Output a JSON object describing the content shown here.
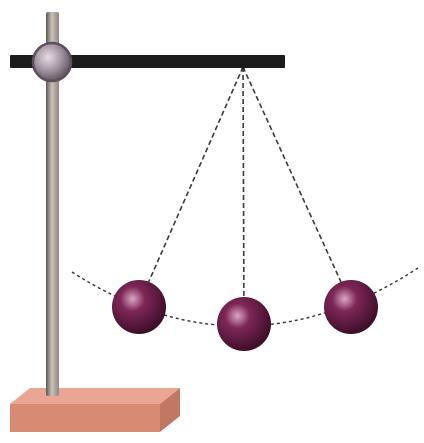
{
  "figure": {
    "colors": {
      "background": "#ffffff",
      "base_top": "#eaa692",
      "base_front": "#d98a72",
      "base_side": "#c27763",
      "rod": "#8f877f",
      "rod_dark": "#5f5852",
      "clamp": "#a89aa6",
      "clamp_dark": "#5d4f5c",
      "crossbar": "#1c1c1c",
      "string": "#3a3a3a",
      "arc": "#333333",
      "bob": "#7e2758",
      "bob_highlight": "#d9a7c4",
      "bob_shadow": "#3f0f2a"
    },
    "bobs": [
      {
        "position": "left-extreme"
      },
      {
        "position": "mean"
      },
      {
        "position": "right-extreme"
      }
    ]
  }
}
